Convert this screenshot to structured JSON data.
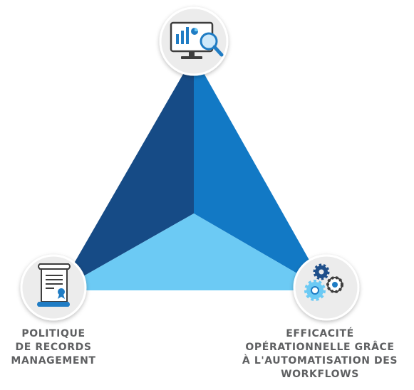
{
  "labels": {
    "bottom_left": {
      "lines": [
        "POLITIQUE",
        "DE RECORDS",
        "MANAGEMENT"
      ]
    },
    "bottom_right": {
      "lines": [
        "EFFICACITÉ",
        "OPÉRATIONNELLE GRÂCE",
        "À L'AUTOMATISATION DES",
        "WORKFLOWS"
      ]
    }
  },
  "nodes": {
    "top": {
      "icon": "monitor-analytics-search-icon"
    },
    "bottom_left": {
      "icon": "certificate-scroll-icon"
    },
    "bottom_right": {
      "icon": "gears-icon"
    }
  },
  "colors": {
    "segment_left": "#164b86",
    "segment_right": "#1279c5",
    "segment_bottom": "#6ccaf4",
    "circle_fill": "#ececec",
    "circle_stroke": "#ffffff",
    "icon_blue": "#1f7cc4",
    "label_text": "#5f6062"
  }
}
